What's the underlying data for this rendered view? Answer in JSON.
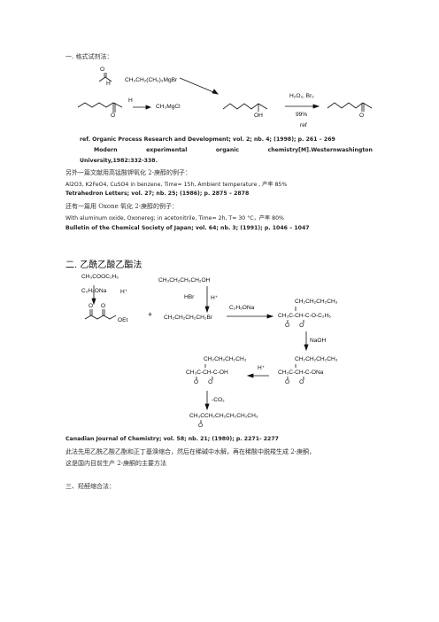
{
  "section1": {
    "heading": "一. 格式试剂法：",
    "scheme": {
      "grignard_top": "CH₃CH₂(CH₂)₃MgBr",
      "grignard_bottom": "CH₃MgCl",
      "aldehyde_h": "H",
      "aldehyde_o": "O",
      "aldehyde2_h": "H",
      "aldehyde2_o": "O",
      "intermediate_oh": "OH",
      "oxidant": "H₂O₂, Br₂",
      "yield": "99%",
      "ref": "ref",
      "product_o": "O"
    },
    "ref1_line1": "ref. Organic Process Research and Development; vol. 2; nb. 4; (1998); p. 261 – 269",
    "ref2_words": [
      "Modern",
      "experimental",
      "organic",
      "chemistry[M].Westernwashington"
    ],
    "ref2_line2": "University,1982:332-338.",
    "note1": "另外一篇文献用高锰酸钾氧化 2-庚醇的例子：",
    "cond1": "Al2O3, K2FeO4, CuSO4 in benzene, Time= 15h, Ambient temperature , 产率 85%",
    "ref3": "Tetrahedron Letters; vol. 27; nb. 25; (1986); p. 2875 – 2878",
    "note2": "还有一篇用 Oxone 氧化 2-庚醇的例子：",
    "cond2": "With aluminum oxide, Oxonereg; in acetonitrile, Time= 2h, T= 30 °C，产率 80%",
    "ref4": "Bulletin of the Chemical Society of Japan; vol. 64; nb. 3; (1991); p. 1046 – 1047"
  },
  "section2": {
    "heading": "二. 乙酰乙酸乙酯法",
    "scheme": {
      "ch3cooc2h5": "CH₃COOC₂H₅",
      "c2h5ona_a": "C₂H₅ONa",
      "hplus_a": "H⁺",
      "ester_o1": "O",
      "ester_o2": "O",
      "oet": "OEt",
      "plus": "+",
      "butanol": "CH₃CH₂CH₂CH₂OH",
      "hbr": "HBr",
      "hplus_b": "H⁺",
      "butylbromide": "CH₃CH₂CH₂CH₂Br",
      "c2h5ona_b": "C₂H₅ONa",
      "alk_chain": "CH₂CH₂CH₂CH₃",
      "alk_main": "CH₃C-CH-C-O-C₂H₅",
      "alk_o": "O      O",
      "naoh": "NaOH",
      "salt_chain": "CH₂CH₂CH₂CH₃",
      "salt_main": "CH₃C-CH-C-ONa",
      "salt_o": "O      O",
      "hplus_c": "H⁺",
      "acid_chain": "CH₂CH₂CH₂CH₃",
      "acid_main": "CH₃C-CH-C-OH",
      "acid_o": "O      O",
      "co2": "-CO₂",
      "product": "CH₃CCH₂CH₂CH₂CH₂CH₃",
      "product_o": "O"
    },
    "ref": "Canadian Journal of Chemistry; vol. 58; nb. 21; (1980); p. 2271- 2277",
    "desc1": "此法先用乙酰乙酸乙酯和正丁基溴缩合，然后在稀碱中水解，再在稀酸中脱羧生成 2-庚酮，",
    "desc2": "这是国内目前生产 2-庚酮的主要方法"
  },
  "section3": {
    "heading": "三、羟醛缩合法："
  }
}
